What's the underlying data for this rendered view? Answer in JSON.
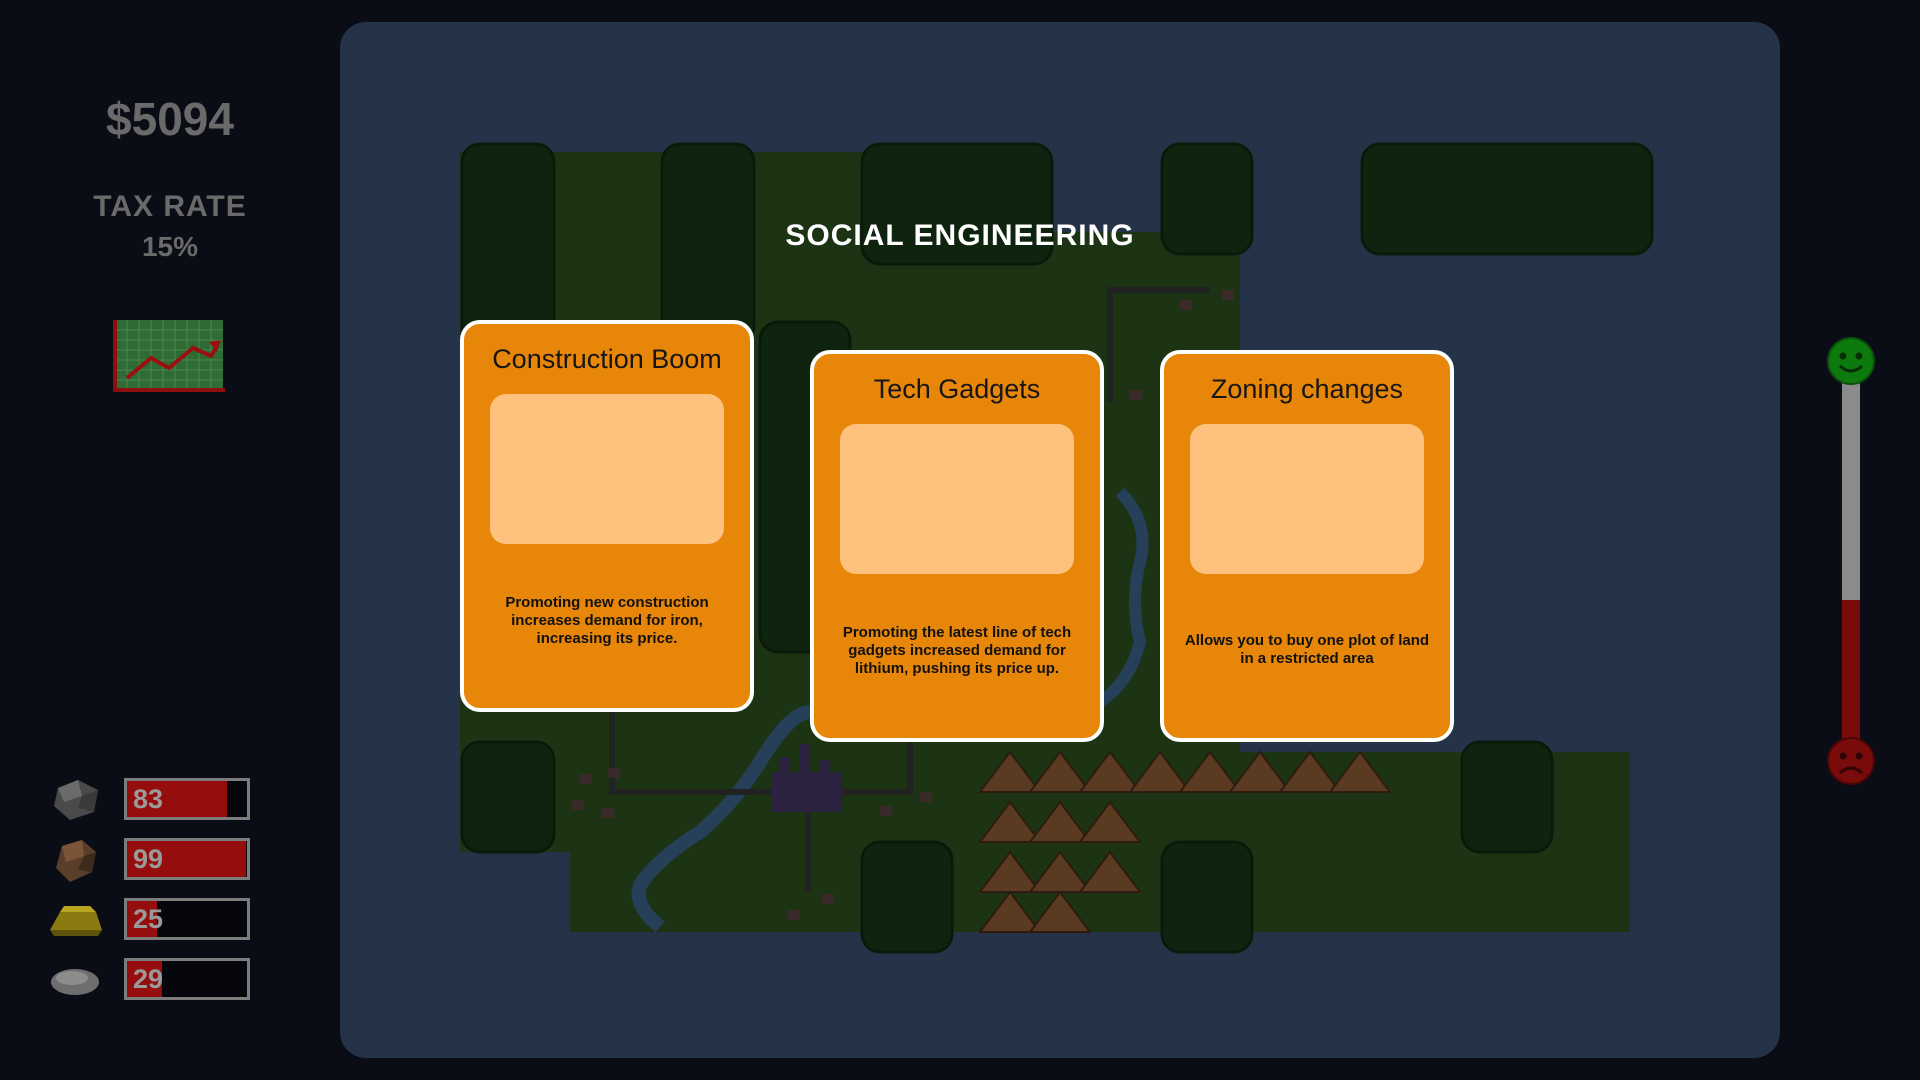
{
  "hud": {
    "money": "$5094",
    "tax_label": "TAX RATE",
    "tax_value": "15%",
    "resources": [
      {
        "icon": "iron-ore-icon",
        "value": "83",
        "fill": 0.83
      },
      {
        "icon": "copper-ore-icon",
        "value": "99",
        "fill": 0.99
      },
      {
        "icon": "gold-bar-icon",
        "value": "25",
        "fill": 0.25
      },
      {
        "icon": "lithium-ore-icon",
        "value": "29",
        "fill": 0.29
      }
    ]
  },
  "overlay": {
    "title": "SOCIAL ENGINEERING",
    "cards": [
      {
        "title": "Construction Boom",
        "description": "Promoting new construction increases demand for iron, increasing its price."
      },
      {
        "title": "Tech Gadgets",
        "description": "Promoting the latest line of tech gadgets increased demand for lithium, pushing its price up."
      },
      {
        "title": "Zoning changes",
        "description": "Allows you to buy one plot of land in a restricted area"
      }
    ]
  },
  "happiness": {
    "level": 0.4,
    "happy_icon": "happy-face-icon",
    "sad_icon": "sad-face-icon"
  },
  "colors": {
    "card": "#e8860a",
    "card_image": "#fec27e",
    "board": "#243347",
    "forest": "#0f240f",
    "grass": "#1c3314",
    "bar_fill": "#960d0d"
  }
}
